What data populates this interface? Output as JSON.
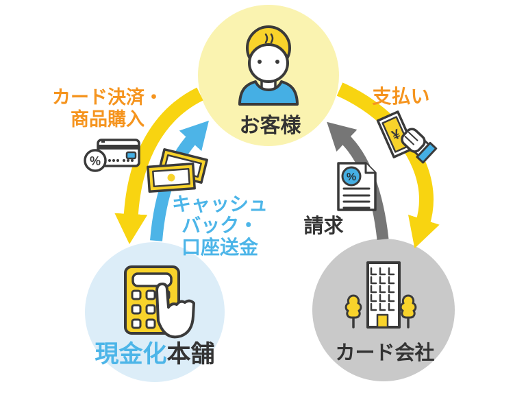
{
  "diagram": {
    "nodes": {
      "customer": {
        "label": "お客様"
      },
      "shop": {
        "label_highlight": "現金化",
        "label_rest": "本舗"
      },
      "card_company": {
        "label": "カード会社"
      }
    },
    "flows": {
      "card_payment": {
        "line1": "カード決済・",
        "line2": "商品購入"
      },
      "cashback": {
        "line1": "キャッシュ",
        "line2": "バック・",
        "line3": "口座送金"
      },
      "billing": {
        "label": "請求"
      },
      "payment": {
        "label": "支払い"
      }
    },
    "icons": {
      "names": [
        "person-icon",
        "credit-card-icon",
        "banknotes-icon",
        "calculator-hand-icon",
        "invoice-icon",
        "money-hand-icon",
        "building-icon"
      ],
      "percent_glyph": "%",
      "yen_glyph": "¥"
    },
    "colors": {
      "arrow_yellow": "#F8D411",
      "arrow_blue": "#4DB4E7",
      "arrow_gray": "#767676",
      "circle_customer_bg": "#FAF3B0",
      "circle_shop_bg": "#DCEDF8",
      "circle_card_company_bg": "#C9C9C9",
      "text_orange": "#F5941E",
      "text_blue": "#4CB5E8",
      "text_dark": "#333333",
      "icon_yellow": "#F8D32B",
      "icon_blue": "#45AFE4",
      "outline_dark": "#3A3A3A"
    }
  }
}
